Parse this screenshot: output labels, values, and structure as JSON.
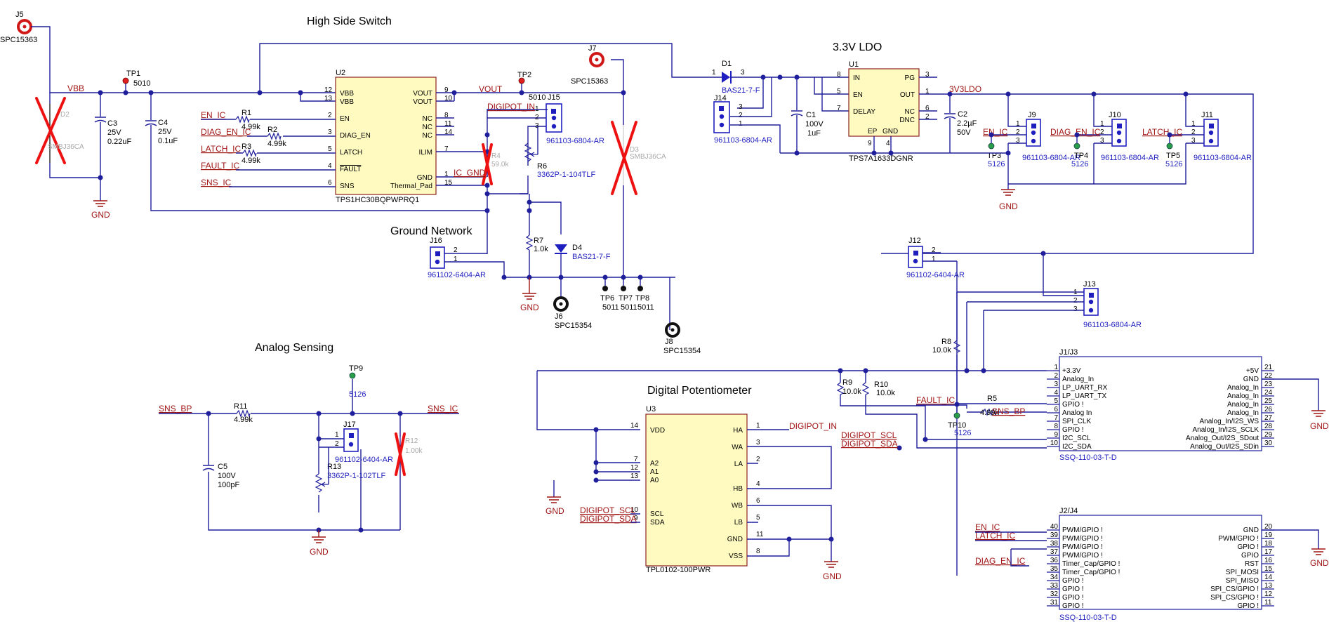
{
  "sections": {
    "high_side": "High Side Switch",
    "ldo": "3.3V LDO",
    "ground_net": "Ground Network",
    "analog": "Analog Sensing",
    "digipot": "Digital Potentiometer"
  },
  "connectors": {
    "j5": {
      "ref": "J5",
      "part": "SPC15363"
    },
    "j7": {
      "ref": "J7",
      "part": "SPC15363"
    },
    "j6": {
      "ref": "J6",
      "part": "SPC15354"
    },
    "j8": {
      "ref": "J8",
      "part": "SPC15354"
    },
    "j14": {
      "ref": "J14",
      "part": "961103-6804-AR"
    },
    "j15": {
      "ref": "J15",
      "part": "961103-6804-AR"
    },
    "j16": {
      "ref": "J16",
      "part": "961102-6404-AR"
    },
    "j9": {
      "ref": "J9",
      "part": "961103-6804-AR"
    },
    "j10": {
      "ref": "J10",
      "part": "961103-6804-AR"
    },
    "j11": {
      "ref": "J11",
      "part": "961103-6804-AR"
    },
    "j12": {
      "ref": "J12",
      "part": "961102-6404-AR"
    },
    "j13": {
      "ref": "J13",
      "part": "961103-6804-AR"
    },
    "j17": {
      "ref": "J17",
      "part": "961102-6404-AR"
    },
    "j1j3": {
      "ref": "J1/J3",
      "part": "SSQ-110-03-T-D"
    },
    "j2j4": {
      "ref": "J2/J4",
      "part": "SSQ-110-03-T-D"
    }
  },
  "testpoints": {
    "tp1": {
      "ref": "TP1",
      "part": "5010"
    },
    "tp2": {
      "ref": "TP2",
      "part": "5010"
    },
    "tp3": {
      "ref": "TP3",
      "part": "5126"
    },
    "tp4": {
      "ref": "TP4",
      "part": "5126"
    },
    "tp5": {
      "ref": "TP5",
      "part": "5126"
    },
    "tp6": {
      "ref": "TP6",
      "part": "5011"
    },
    "tp7": {
      "ref": "TP7",
      "part": "5011"
    },
    "tp8": {
      "ref": "TP8",
      "part": "5011"
    },
    "tp9": {
      "ref": "TP9",
      "part": "5126"
    },
    "tp10": {
      "ref": "TP10",
      "part": "5126"
    }
  },
  "passives": {
    "r1": {
      "ref": "R1",
      "value": "4.99k"
    },
    "r2": {
      "ref": "R2",
      "value": "4.99k"
    },
    "r3": {
      "ref": "R3",
      "value": "4.99k"
    },
    "r4": {
      "ref": "R4",
      "value": "59.0k"
    },
    "r5": {
      "ref": "R5",
      "value": "4.99k"
    },
    "r6": {
      "ref": "R6",
      "value": "3362P-1-104TLF"
    },
    "r7": {
      "ref": "R7",
      "value": "1.0k"
    },
    "r8": {
      "ref": "R8",
      "value": "10.0k"
    },
    "r9": {
      "ref": "R9",
      "value": "10.0k"
    },
    "r10": {
      "ref": "R10",
      "value": "10.0k"
    },
    "r11": {
      "ref": "R11",
      "value": "4.99k"
    },
    "r12": {
      "ref": "R12",
      "value": "1.00k"
    },
    "r13": {
      "ref": "R13",
      "value": "3362P-1-102TLF"
    },
    "c1": {
      "ref": "C1",
      "v": "100V",
      "value": "1uF"
    },
    "c2": {
      "ref": "C2",
      "value": "2.2µF",
      "v": "50V"
    },
    "c3": {
      "ref": "C3",
      "v": "25V",
      "value": "0.22uF"
    },
    "c4": {
      "ref": "C4",
      "v": "25V",
      "value": "0.1uF"
    },
    "c5": {
      "ref": "C5",
      "v": "100V",
      "value": "100pF"
    }
  },
  "diodes": {
    "d1": {
      "ref": "D1",
      "part": "BAS21-7-F"
    },
    "d2": {
      "ref": "D2",
      "part": "SMBJ36CA"
    },
    "d3": {
      "ref": "D3",
      "part": "SMBJ36CA"
    },
    "d4": {
      "ref": "D4",
      "part": "BAS21-7-F"
    }
  },
  "u2": {
    "ref": "U2",
    "part": "TPS1HC30BQPWPRQ1",
    "left_pins": [
      {
        "num": "12",
        "name": "VBB"
      },
      {
        "num": "13",
        "name": "VBB"
      },
      {
        "num": "2",
        "name": "EN"
      },
      {
        "num": "3",
        "name": "DIAG_EN"
      },
      {
        "num": "5",
        "name": "LATCH"
      },
      {
        "num": "4",
        "name": "FAULT"
      },
      {
        "num": "6",
        "name": "SNS"
      }
    ],
    "right_pins": [
      {
        "num": "9",
        "name": "VOUT"
      },
      {
        "num": "10",
        "name": "VOUT"
      },
      {
        "num": "8",
        "name": "NC"
      },
      {
        "num": "11",
        "name": "NC"
      },
      {
        "num": "14",
        "name": "NC"
      },
      {
        "num": "7",
        "name": "ILIM"
      },
      {
        "num": "1",
        "name": "GND"
      },
      {
        "num": "15",
        "name": "Thermal_Pad"
      }
    ]
  },
  "u1": {
    "ref": "U1",
    "part": "TPS7A1633DGNR",
    "left_pins": [
      {
        "num": "8",
        "name": "IN"
      },
      {
        "num": "5",
        "name": "EN"
      },
      {
        "num": "7",
        "name": "DELAY"
      }
    ],
    "right_pins": [
      {
        "num": "3",
        "name": "PG"
      },
      {
        "num": "1",
        "name": "OUT"
      },
      {
        "num": "6",
        "name": "NC"
      },
      {
        "num": "2",
        "name": "DNC"
      }
    ],
    "bottom": {
      "ep": "EP",
      "gnd": "GND",
      "pin_ep": "9",
      "pin_gnd": "4"
    }
  },
  "u3": {
    "ref": "U3",
    "part": "TPL0102-100PWR",
    "left_pins": [
      {
        "num": "14",
        "name": "VDD"
      },
      {
        "num": "7",
        "name": "A2"
      },
      {
        "num": "12",
        "name": "A1"
      },
      {
        "num": "13",
        "name": "A0"
      },
      {
        "num": "10",
        "name": "SCL"
      },
      {
        "num": "9",
        "name": "SDA"
      }
    ],
    "right_pins": [
      {
        "num": "1",
        "name": "HA"
      },
      {
        "num": "3",
        "name": "WA"
      },
      {
        "num": "2",
        "name": "LA"
      },
      {
        "num": "4",
        "name": "HB"
      },
      {
        "num": "6",
        "name": "WB"
      },
      {
        "num": "5",
        "name": "LB"
      },
      {
        "num": "11",
        "name": "GND"
      },
      {
        "num": "8",
        "name": "VSS"
      }
    ]
  },
  "j1j3_pins": {
    "left": [
      {
        "num": "1",
        "name": "+3.3V"
      },
      {
        "num": "2",
        "name": "Analog_In"
      },
      {
        "num": "3",
        "name": "LP_UART_RX"
      },
      {
        "num": "4",
        "name": "LP_UART_TX"
      },
      {
        "num": "5",
        "name": "GPIO !"
      },
      {
        "num": "6",
        "name": "Analog In"
      },
      {
        "num": "7",
        "name": "SPI_CLK"
      },
      {
        "num": "8",
        "name": "GPIO !"
      },
      {
        "num": "9",
        "name": "I2C_SCL"
      },
      {
        "num": "10",
        "name": "I2C_SDA"
      }
    ],
    "right": [
      {
        "num": "21",
        "name": "+5V"
      },
      {
        "num": "22",
        "name": "GND"
      },
      {
        "num": "23",
        "name": "Analog_In"
      },
      {
        "num": "24",
        "name": "Analog_In"
      },
      {
        "num": "25",
        "name": "Analog_In"
      },
      {
        "num": "26",
        "name": "Analog_In"
      },
      {
        "num": "27",
        "name": "Analog_In/I2S_WS"
      },
      {
        "num": "28",
        "name": "Analog_In/I2S_SCLK"
      },
      {
        "num": "29",
        "name": "Analog_Out/I2S_SDout"
      },
      {
        "num": "30",
        "name": "Analog_Out/I2S_SDin"
      }
    ]
  },
  "j2j4_pins": {
    "left": [
      {
        "num": "40",
        "name": "PWM/GPIO !"
      },
      {
        "num": "39",
        "name": "PWM/GPIO !"
      },
      {
        "num": "38",
        "name": "PWM/GPIO !"
      },
      {
        "num": "37",
        "name": "PWM/GPIO !"
      },
      {
        "num": "36",
        "name": "Timer_Cap/GPIO !"
      },
      {
        "num": "35",
        "name": "Timer_Cap/GPIO !"
      },
      {
        "num": "34",
        "name": "GPIO !"
      },
      {
        "num": "33",
        "name": "GPIO !"
      },
      {
        "num": "32",
        "name": "GPIO !"
      },
      {
        "num": "31",
        "name": "GPIO !"
      }
    ],
    "right": [
      {
        "num": "20",
        "name": "GND"
      },
      {
        "num": "19",
        "name": "PWM/GPIO !"
      },
      {
        "num": "18",
        "name": "GPIO !"
      },
      {
        "num": "17",
        "name": "GPIO"
      },
      {
        "num": "16",
        "name": "RST"
      },
      {
        "num": "15",
        "name": "SPI_MOSI"
      },
      {
        "num": "14",
        "name": "SPI_MISO"
      },
      {
        "num": "13",
        "name": "SPI_CS/GPIO !"
      },
      {
        "num": "12",
        "name": "SPI_CS/GPIO !"
      },
      {
        "num": "11",
        "name": "GPIO !"
      }
    ]
  },
  "nets": {
    "vbb": "VBB",
    "vout": "VOUT",
    "en_ic": "EN_IC",
    "diag_en_ic": "DIAG_EN_IC",
    "latch_ic": "LATCH_IC",
    "fault_ic": "FAULT_IC",
    "sns_ic": "SNS_IC",
    "digipot_in": "DIGIPOT_IN",
    "ic_gnd": "IC_GND",
    "v3v3ldo": "3V3LDO",
    "sns_bp": "SNS_BP",
    "digipot_scl": "DIGIPOT_SCL",
    "digipot_sda": "DIGIPOT_SDA",
    "gnd": "GND"
  },
  "header_pins": {
    "p1": "1",
    "p2": "2",
    "p3": "3"
  },
  "colors": {
    "wire": "#1f1f9c",
    "net": "#a01515",
    "ic_fill": "#fffbc0",
    "dnp": "#ee1111"
  }
}
